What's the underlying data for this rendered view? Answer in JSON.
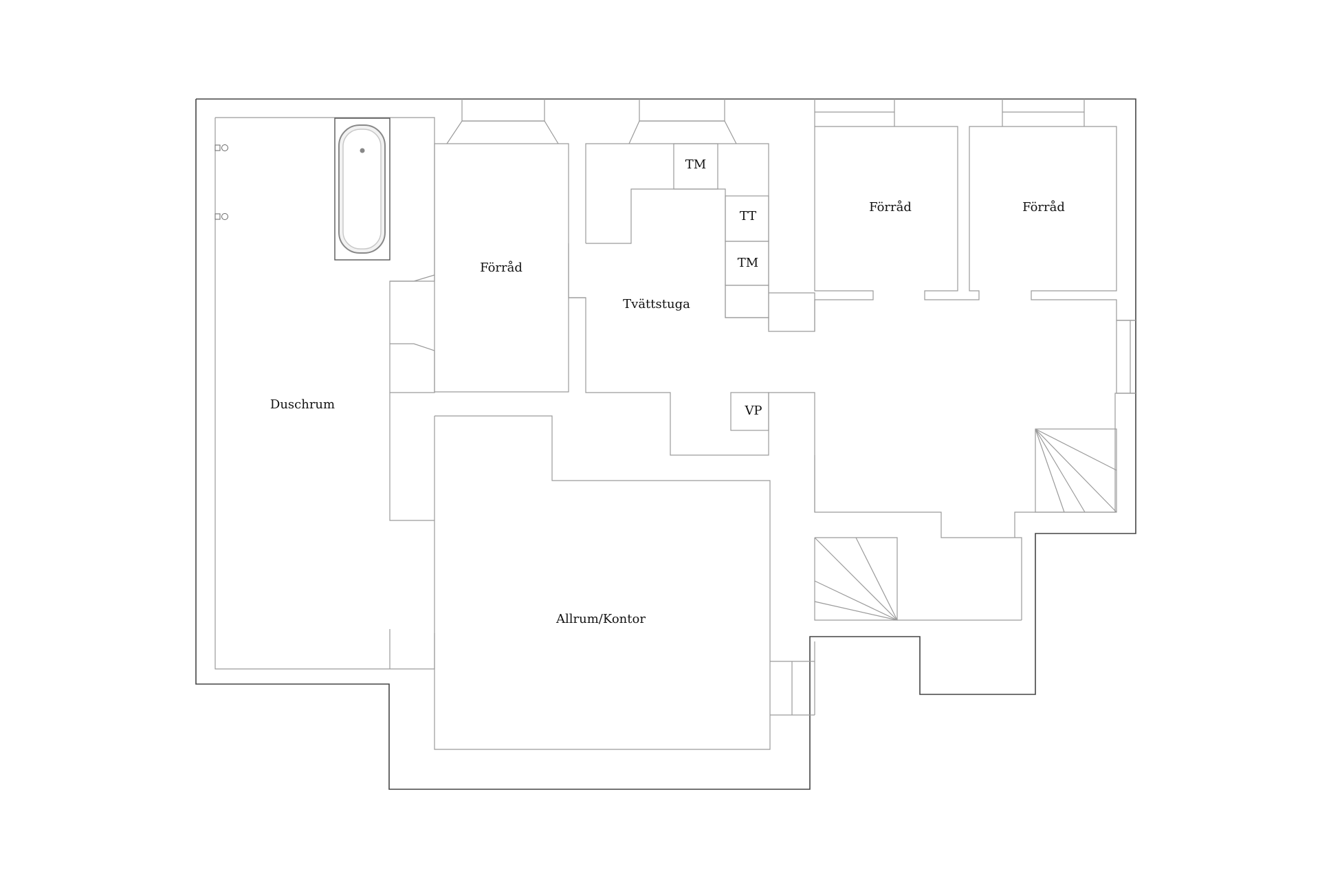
{
  "rooms": {
    "duschrum": "Duschrum",
    "forrad_center": "Förråd",
    "tvattstuga": "Tvättstuga",
    "forrad_right1": "Förråd",
    "forrad_right2": "Förråd",
    "allrum_kontor": "Allrum/Kontor"
  },
  "appliances": {
    "tm_top": "TM",
    "tt": "TT",
    "tm_bottom": "TM",
    "vp": "VP"
  }
}
